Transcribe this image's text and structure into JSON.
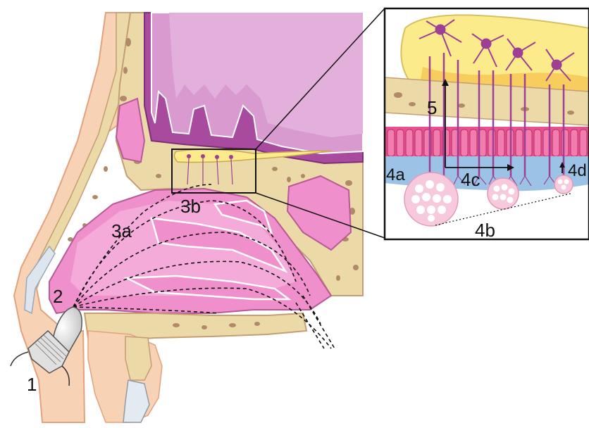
{
  "labels": {
    "l1": "1",
    "l2": "2",
    "l3a": "3a",
    "l3b": "3b",
    "l4a": "4a",
    "l4b": "4b",
    "l4c": "4c",
    "l4d": "4d",
    "l5": "5"
  },
  "colors": {
    "skin": "#f8d2b4",
    "skin_dark": "#eab08c",
    "bone": "#ecd9a8",
    "bone_spot": "#b08a68",
    "mucosa": "#ef8fcb",
    "mucosa_light": "#f6b7e0",
    "brain": "#d99ad0",
    "brain_dark": "#a84a9e",
    "bulb": "#fbeb8a",
    "blue_layer": "#9cc3e6",
    "epithelium": "#e8508e",
    "neuron": "#9e3f96",
    "bottle": "#d6d6d6"
  }
}
